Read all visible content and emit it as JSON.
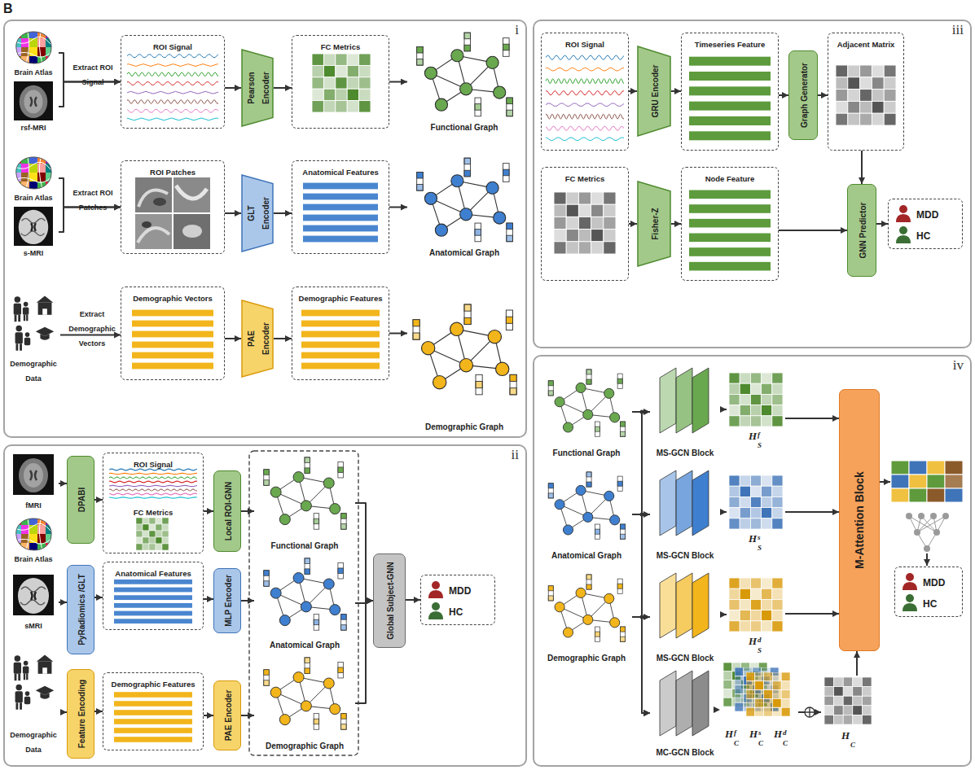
{
  "diagram": {
    "nodes": [
      {
        "text": [
          "i"
        ]
      },
      {
        "text": [
          "Brain Atlas"
        ],
        "in": 0
      },
      {
        "text": [
          "rsf-MRI"
        ],
        "in": 0
      },
      {
        "text": [
          "ROI Signal"
        ],
        "in": 0
      },
      {
        "text": [
          "Pearson Encoder"
        ],
        "in": 0
      },
      {
        "text": [
          "FC Metrics"
        ],
        "in": 0
      },
      {
        "text": [
          "Functional Graph"
        ],
        "in": 0
      },
      {
        "text": [
          "Brain Atlas"
        ],
        "in": 0
      },
      {
        "text": [
          "s-MRI"
        ],
        "in": 0
      },
      {
        "text": [
          "ROI Patches"
        ],
        "in": 0
      },
      {
        "text": [
          "GLT Encoder"
        ],
        "in": 0
      },
      {
        "text": [
          "Anatomical Features"
        ],
        "in": 0
      },
      {
        "text": [
          "Anatomical Graph"
        ],
        "in": 0
      },
      {
        "text": [
          "Demographic Data"
        ],
        "in": 0
      },
      {
        "text": [
          "Demographic Vectors"
        ],
        "in": 0
      },
      {
        "text": [
          "PAE Encoder"
        ],
        "in": 0
      },
      {
        "text": [
          "Demographic Features"
        ],
        "in": 0
      },
      {
        "text": [
          "Demographic Graph"
        ],
        "in": 0
      },
      {
        "text": [
          "ii"
        ]
      },
      {
        "text": [
          "fMRI"
        ],
        "in": 18
      },
      {
        "text": [
          "Brain Atlas"
        ],
        "in": 18
      },
      {
        "text": [
          "sMRI"
        ],
        "in": 18
      },
      {
        "text": [
          "Demographic Data"
        ],
        "in": 18
      },
      {
        "text": [
          "DPABI"
        ],
        "in": 18
      },
      {
        "text": [
          "PyRadiomics /GLT"
        ],
        "in": 18
      },
      {
        "text": [
          "Feature Encoding"
        ],
        "in": 18
      },
      {
        "text": [
          "ROI Signal",
          "FC Metrics"
        ],
        "in": 18
      },
      {
        "text": [
          "Local ROI-GNN"
        ],
        "in": 18
      },
      {
        "text": [
          "Anatomical Features"
        ],
        "in": 18
      },
      {
        "text": [
          "MLP Encoder"
        ],
        "in": 18
      },
      {
        "text": [
          "Demographic Features"
        ],
        "in": 18
      },
      {
        "text": [
          "PAE Encoder"
        ],
        "in": 18
      },
      {
        "text": [
          "Functional Graph"
        ],
        "in": 18
      },
      {
        "text": [
          "Anatomical Graph"
        ],
        "in": 18
      },
      {
        "text": [
          "Demographic Graph"
        ],
        "in": 18
      },
      {
        "text": [
          "Global Subject-GNN"
        ],
        "in": 18
      },
      {
        "text": [
          "MDD",
          "HC"
        ],
        "in": 18
      },
      {
        "text": [
          "iii"
        ]
      },
      {
        "text": [
          "ROI Signal"
        ],
        "in": 37
      },
      {
        "text": [
          "GRU Encoder"
        ],
        "in": 37
      },
      {
        "text": [
          "Timeseries Feature"
        ],
        "in": 37
      },
      {
        "text": [
          "Graph Generator"
        ],
        "in": 37
      },
      {
        "text": [
          "Adjacent Matrix"
        ],
        "in": 37
      },
      {
        "text": [
          "FC Metrics"
        ],
        "in": 37
      },
      {
        "text": [
          "Fisher-Z"
        ],
        "in": 37
      },
      {
        "text": [
          "Node Feature"
        ],
        "in": 37
      },
      {
        "text": [
          "GNN Predictor"
        ],
        "in": 37
      },
      {
        "text": [
          "MDD",
          "HC"
        ],
        "in": 37
      },
      {
        "text": [
          "iv"
        ]
      },
      {
        "text": [
          "Functional Graph"
        ],
        "in": 48
      },
      {
        "text": [
          "Anatomical Graph"
        ],
        "in": 48
      },
      {
        "text": [
          "Demographic Graph"
        ],
        "in": 48
      },
      {
        "text": [
          "MS-GCN Block"
        ],
        "in": 48
      },
      {
        "text": [
          "H",
          "f",
          "S"
        ],
        "in": 48
      },
      {
        "text": [
          "MS-GCN Block"
        ],
        "in": 48
      },
      {
        "text": [
          "H",
          "s",
          "S"
        ],
        "in": 48
      },
      {
        "text": [
          "MS-GCN Block"
        ],
        "in": 48
      },
      {
        "text": [
          "H",
          "d",
          "S"
        ],
        "in": 48
      },
      {
        "text": [
          "MC-GCN Block"
        ],
        "in": 48
      },
      {
        "text": [
          "H",
          "f",
          "C",
          "H",
          "s",
          "C",
          "H",
          "d",
          "C"
        ],
        "in": 48
      },
      {
        "text": [
          "H",
          "C"
        ],
        "in": 48
      },
      {
        "text": [
          "M-Attention Block"
        ],
        "in": 48
      },
      {
        "text": [
          "MDD",
          "HC"
        ],
        "in": 48
      }
    ],
    "edges": [
      {
        "from": 1,
        "to": 3,
        "arrow": "to",
        "label": "Extract ROI Signal"
      },
      {
        "from": 2,
        "to": 3,
        "arrow": "to"
      },
      {
        "from": 3,
        "to": 4,
        "arrow": "to"
      },
      {
        "from": 4,
        "to": 5,
        "arrow": "to"
      },
      {
        "from": 5,
        "to": 6,
        "arrow": "to"
      },
      {
        "from": 7,
        "to": 9,
        "arrow": "to",
        "label": "Extract ROI Patches"
      },
      {
        "from": 8,
        "to": 9,
        "arrow": "to"
      },
      {
        "from": 9,
        "to": 10,
        "arrow": "to"
      },
      {
        "from": 10,
        "to": 11,
        "arrow": "to"
      },
      {
        "from": 11,
        "to": 12,
        "arrow": "to"
      },
      {
        "from": 13,
        "to": 14,
        "arrow": "to",
        "label": "Extract Demographic Vectors"
      },
      {
        "from": 14,
        "to": 15,
        "arrow": "to"
      },
      {
        "from": 15,
        "to": 16,
        "arrow": "to"
      },
      {
        "from": 16,
        "to": 17,
        "arrow": "to"
      },
      {
        "from": 19,
        "to": 23,
        "arrow": "to"
      },
      {
        "from": 21,
        "to": 24,
        "arrow": "to"
      },
      {
        "from": 22,
        "to": 25,
        "arrow": "to"
      },
      {
        "from": 23,
        "to": 26,
        "arrow": "to"
      },
      {
        "from": 26,
        "to": 27,
        "arrow": "to"
      },
      {
        "from": 27,
        "to": 32,
        "arrow": "to"
      },
      {
        "from": 24,
        "to": 28,
        "arrow": "to"
      },
      {
        "from": 28,
        "to": 29,
        "arrow": "to"
      },
      {
        "from": 29,
        "to": 33,
        "arrow": "to"
      },
      {
        "from": 25,
        "to": 30,
        "arrow": "to"
      },
      {
        "from": 30,
        "to": 31,
        "arrow": "to"
      },
      {
        "from": 31,
        "to": 34,
        "arrow": "to"
      },
      {
        "from": 32,
        "to": 35,
        "arrow": "to"
      },
      {
        "from": 33,
        "to": 35,
        "arrow": "to"
      },
      {
        "from": 34,
        "to": 35,
        "arrow": "to"
      },
      {
        "from": 35,
        "to": 36,
        "arrow": "to"
      },
      {
        "from": 38,
        "to": 39,
        "arrow": "to"
      },
      {
        "from": 39,
        "to": 40,
        "arrow": "to"
      },
      {
        "from": 40,
        "to": 41,
        "arrow": "to"
      },
      {
        "from": 41,
        "to": 42,
        "arrow": "to"
      },
      {
        "from": 42,
        "to": 46,
        "arrow": "to"
      },
      {
        "from": 43,
        "to": 44,
        "arrow": "to"
      },
      {
        "from": 44,
        "to": 45,
        "arrow": "to"
      },
      {
        "from": 45,
        "to": 46,
        "arrow": "to"
      },
      {
        "from": 46,
        "to": 47,
        "arrow": "to"
      },
      {
        "from": 49,
        "to": 52,
        "arrow": "to"
      },
      {
        "from": 50,
        "to": 54,
        "arrow": "to"
      },
      {
        "from": 51,
        "to": 56,
        "arrow": "to"
      },
      {
        "from": 49,
        "to": 58,
        "arrow": "to"
      },
      {
        "from": 50,
        "to": 58,
        "arrow": "to"
      },
      {
        "from": 51,
        "to": 58,
        "arrow": "to"
      },
      {
        "from": 52,
        "to": 53,
        "arrow": "to"
      },
      {
        "from": 54,
        "to": 55,
        "arrow": "to"
      },
      {
        "from": 56,
        "to": 57,
        "arrow": "to"
      },
      {
        "from": 53,
        "to": 61,
        "arrow": "to"
      },
      {
        "from": 55,
        "to": 61,
        "arrow": "to"
      },
      {
        "from": 57,
        "to": 61,
        "arrow": "to"
      },
      {
        "from": 58,
        "to": 59,
        "arrow": "to"
      },
      {
        "from": 59,
        "to": 60,
        "arrow": "to"
      },
      {
        "from": 60,
        "to": 61,
        "arrow": "to"
      }
    ],
    "labels": [
      "B"
    ]
  }
}
